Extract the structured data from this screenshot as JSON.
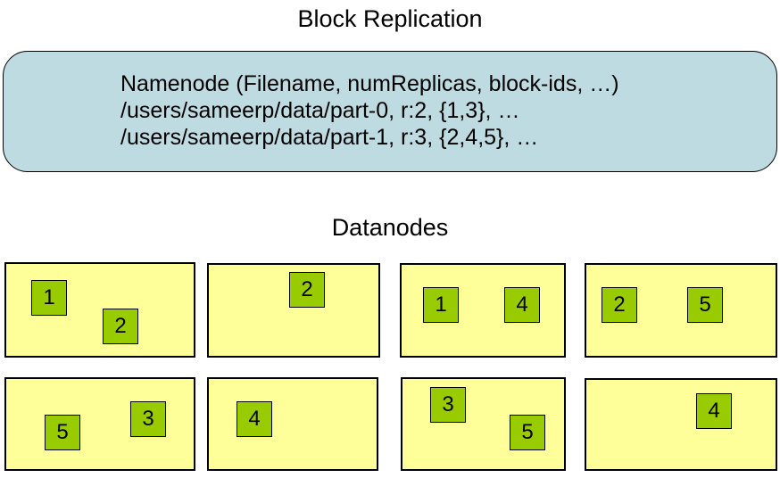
{
  "title": "Block Replication",
  "namenode": {
    "lines": [
      "Namenode (Filename, numReplicas, block-ids, …)",
      "/users/sameerp/data/part-0, r:2, {1,3}, …",
      "/users/sameerp/data/part-1, r:3, {2,4,5}, …"
    ]
  },
  "datanodes_label": "Datanodes",
  "datanodes": [
    {
      "blocks": [
        {
          "label": "1"
        },
        {
          "label": "2"
        }
      ]
    },
    {
      "blocks": [
        {
          "label": "2"
        }
      ]
    },
    {
      "blocks": [
        {
          "label": "1"
        },
        {
          "label": "4"
        }
      ]
    },
    {
      "blocks": [
        {
          "label": "2"
        },
        {
          "label": "5"
        }
      ]
    },
    {
      "blocks": [
        {
          "label": "5"
        },
        {
          "label": "3"
        }
      ]
    },
    {
      "blocks": [
        {
          "label": "4"
        }
      ]
    },
    {
      "blocks": [
        {
          "label": "3"
        },
        {
          "label": "5"
        }
      ]
    },
    {
      "blocks": [
        {
          "label": "4"
        }
      ]
    }
  ],
  "colors": {
    "namenode_fill": "#BEDBE2",
    "datanode_fill": "#FFFF99",
    "block_fill": "#99CC00"
  }
}
